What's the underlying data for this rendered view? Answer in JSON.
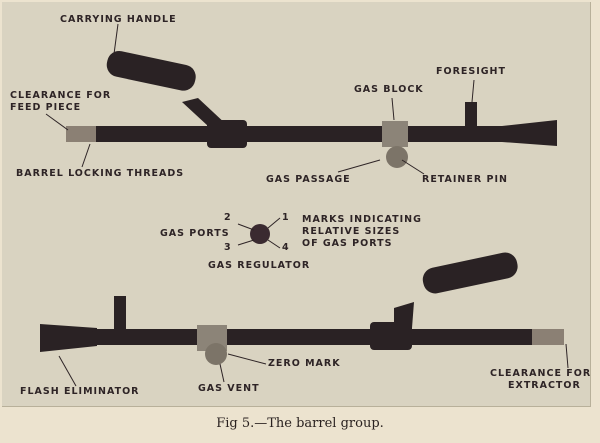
{
  "figure": {
    "caption": "Fig 5.—The barrel group.",
    "labels": {
      "carrying_handle": "CARRYING HANDLE",
      "clearance_feed_1": "CLEARANCE FOR",
      "clearance_feed_2": "FEED PIECE",
      "barrel_locking_threads": "BARREL LOCKING THREADS",
      "gas_block": "GAS BLOCK",
      "foresight": "FORESIGHT",
      "gas_passage": "GAS PASSAGE",
      "retainer_pin": "RETAINER PIN",
      "gas_ports": "GAS PORTS",
      "port_1": "1",
      "port_2": "2",
      "port_3": "3",
      "port_4": "4",
      "marks_1": "MARKS INDICATING",
      "marks_2": "RELATIVE SIZES",
      "marks_3": "OF GAS PORTS",
      "gas_regulator": "GAS REGULATOR",
      "flash_eliminator": "FLASH ELIMINATOR",
      "zero_mark": "ZERO MARK",
      "gas_vent": "GAS VENT",
      "clearance_extractor_1": "CLEARANCE FOR",
      "clearance_extractor_2": "EXTRACTOR"
    }
  }
}
